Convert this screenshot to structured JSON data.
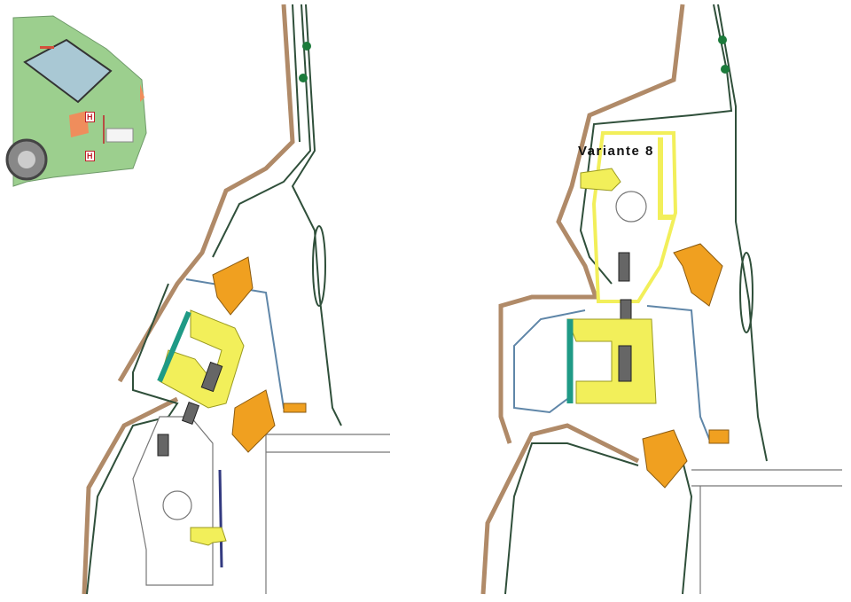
{
  "figure": {
    "variant_label": "Variante 8",
    "car_inset": {
      "marker_top": "H",
      "marker_bottom": "H"
    }
  },
  "colors": {
    "body_seal": "#b08a68",
    "panel_line": "#2f4f3a",
    "clip_yellow": "#f2ef5a",
    "clip_orange": "#f0a020",
    "teal": "#1f9a86",
    "blue_line": "#5f86a8",
    "car_green": "#9ccf8e"
  }
}
